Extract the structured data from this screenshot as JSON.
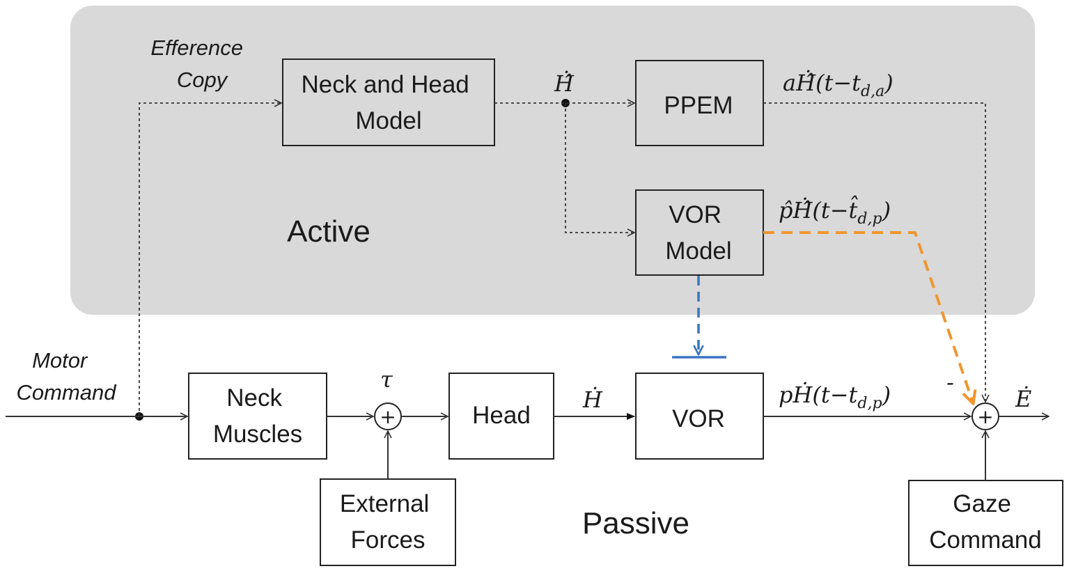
{
  "regions": {
    "active": "Active",
    "passive": "Passive"
  },
  "inputs": {
    "efference_copy": [
      "Efference",
      "Copy"
    ],
    "motor_command": [
      "Motor",
      "Command"
    ]
  },
  "blocks": {
    "neck_head_model": [
      "Neck and Head",
      "Model"
    ],
    "ppem": [
      "PPEM"
    ],
    "vor_model": [
      "VOR",
      "Model"
    ],
    "neck_muscles": [
      "Neck",
      "Muscles"
    ],
    "head": [
      "Head"
    ],
    "vor": [
      "VOR"
    ],
    "external_forces": [
      "External",
      "Forces"
    ],
    "gaze_command": [
      "Gaze",
      "Command"
    ]
  },
  "signals": {
    "h_hat_dot": "Ḣ̂",
    "h_dot": "Ḣ",
    "tau": "τ",
    "e_dot": "Ė",
    "ppem_out_main": "aḢ̂(t−t",
    "ppem_out_sub": "d,a",
    "vor_model_out_main": "p̂Ḣ̂(t−t̂",
    "vor_model_out_sub": "d,p",
    "vor_out_main": "pḢ(t−t",
    "vor_out_sub": "d,p",
    "close_paren": ")",
    "minus": "-",
    "plus": "+"
  },
  "colors": {
    "active_region": "#d9d9d9",
    "orange_path": "#f0962e",
    "blue_inhibit": "#3b75c2"
  }
}
